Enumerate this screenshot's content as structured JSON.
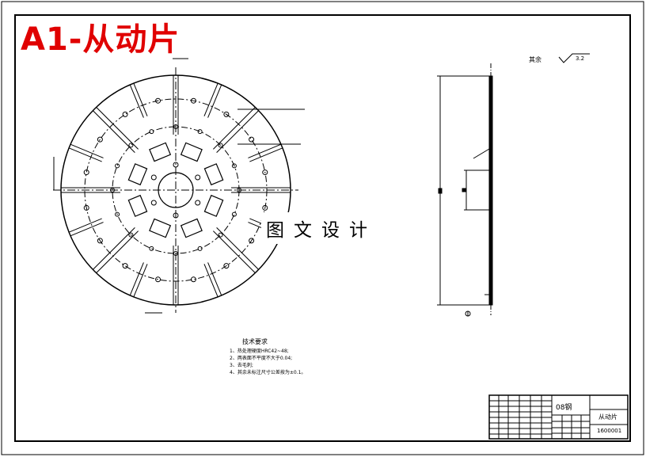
{
  "title": "A1-从动片",
  "watermark": "图文设计",
  "surface_finish": {
    "label": "其余",
    "value": "3.2"
  },
  "technical_requirements": {
    "heading": "技术要求",
    "items": [
      "1、热处理硬度HRC42~48;",
      "2、两表面不平度不大于0.04;",
      "3、去毛刺;",
      "4、其余未标注尺寸公差按为±0.1。"
    ]
  },
  "title_block": {
    "material": "08钢",
    "part_name": "从动片",
    "drawing_number": "1600001"
  },
  "colors": {
    "title_red": "#e00000",
    "line": "#000000",
    "background": "#ffffff"
  }
}
